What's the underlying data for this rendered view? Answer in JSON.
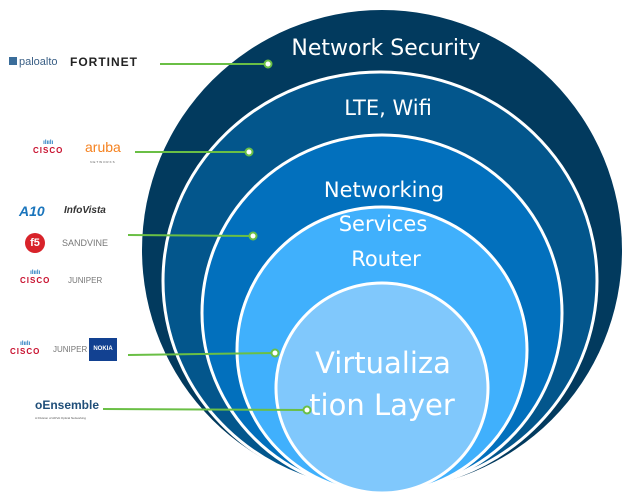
{
  "layers": [
    {
      "label": "Network Security",
      "color": "#023a5e"
    },
    {
      "label": "LTE, Wifi",
      "color": "#03568c"
    },
    {
      "label_lines": [
        "Networking"
      ],
      "color": "#0270bd"
    },
    {
      "label_lines": [
        "Services",
        "Router"
      ],
      "color": "#40b0fc"
    },
    {
      "label_lines": [
        "Virtualiza",
        "tion Layer"
      ],
      "color": "#80c8fc"
    }
  ],
  "connector_color": "#6abf45",
  "vendors": {
    "security": [
      "paloalto",
      "FORTINET"
    ],
    "lte_wifi": [
      "CISCO",
      "aruba"
    ],
    "networking": [
      "A10",
      "InfoVista",
      "f5",
      "SANDVINE",
      "CISCO",
      "JUNIPER"
    ],
    "router": [
      "CISCO",
      "JUNIPER",
      "NOKIA"
    ],
    "virtualization": [
      "oEnsemble"
    ]
  },
  "vendor_subtexts": {
    "aruba": "NETWORKS",
    "oEnsemble": "A Division of ADVA Optical Networking"
  }
}
